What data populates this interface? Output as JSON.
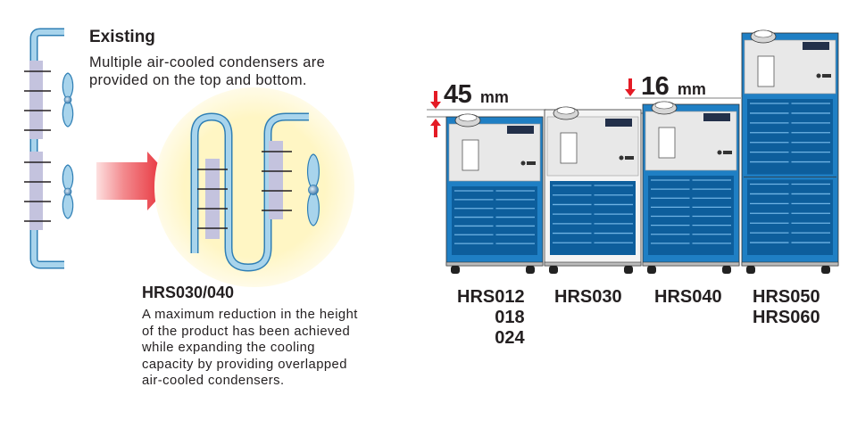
{
  "existing": {
    "title": "Existing",
    "lines": [
      "Multiple air-cooled condensers are",
      "provided on the top and bottom."
    ]
  },
  "new_design": {
    "title": "HRS030/040",
    "lines": [
      "A maximum reduction in the height",
      "of the product has been achieved",
      "while expanding the cooling",
      "capacity by providing overlapped",
      "air-cooled condensers."
    ]
  },
  "dimensions": [
    {
      "value": "45",
      "unit": "mm"
    },
    {
      "value": "16",
      "unit": "mm"
    }
  ],
  "models": [
    {
      "lines": [
        "HRS012",
        "018",
        "024"
      ]
    },
    {
      "lines": [
        "HRS030"
      ]
    },
    {
      "lines": [
        "HRS040"
      ]
    },
    {
      "lines": [
        "HRS050",
        "HRS060"
      ]
    }
  ],
  "colors": {
    "pipe": "#a8d4ec",
    "pipe_outline": "#2f7fb5",
    "fin": "#c4c3de",
    "arrow": "#e8202a",
    "glow": "#fff3b8",
    "chiller_blue": "#1f7fc4",
    "chiller_grille": "#0d5e9c",
    "chiller_panel": "#e8e8e8"
  }
}
